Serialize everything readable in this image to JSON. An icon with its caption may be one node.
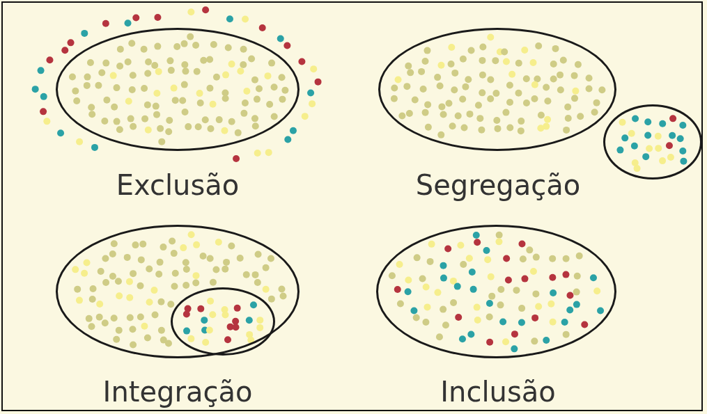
{
  "diagram": {
    "nodes": [
      {
        "text": [
          "Exclusão"
        ]
      },
      {
        "text": [
          "Segregação"
        ]
      },
      {
        "text": [],
        "shape": "circle"
      },
      {
        "text": [
          "Integração"
        ]
      },
      {
        "text": [],
        "shape": "circle",
        "in": 3
      },
      {
        "text": [
          "Inclusão"
        ]
      }
    ],
    "edges": []
  }
}
